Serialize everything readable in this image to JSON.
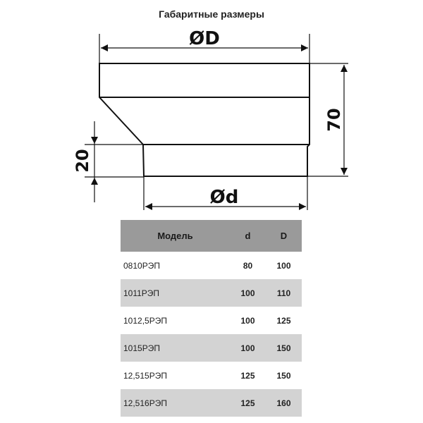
{
  "title": "Габаритные размеры",
  "drawing": {
    "outer_diameter_label": "ØD",
    "inner_diameter_label": "Ød",
    "total_height_label": "70",
    "spigot_height_label": "20"
  },
  "table": {
    "headers": [
      "Модель",
      "d",
      "D"
    ],
    "rows": [
      {
        "model": "0810РЭП",
        "d": "80",
        "D": "100"
      },
      {
        "model": "1011РЭП",
        "d": "100",
        "D": "110"
      },
      {
        "model": "1012,5РЭП",
        "d": "100",
        "D": "125"
      },
      {
        "model": "1015РЭП",
        "d": "100",
        "D": "150"
      },
      {
        "model": "12,515РЭП",
        "d": "125",
        "D": "150"
      },
      {
        "model": "12,516РЭП",
        "d": "125",
        "D": "160"
      }
    ]
  }
}
